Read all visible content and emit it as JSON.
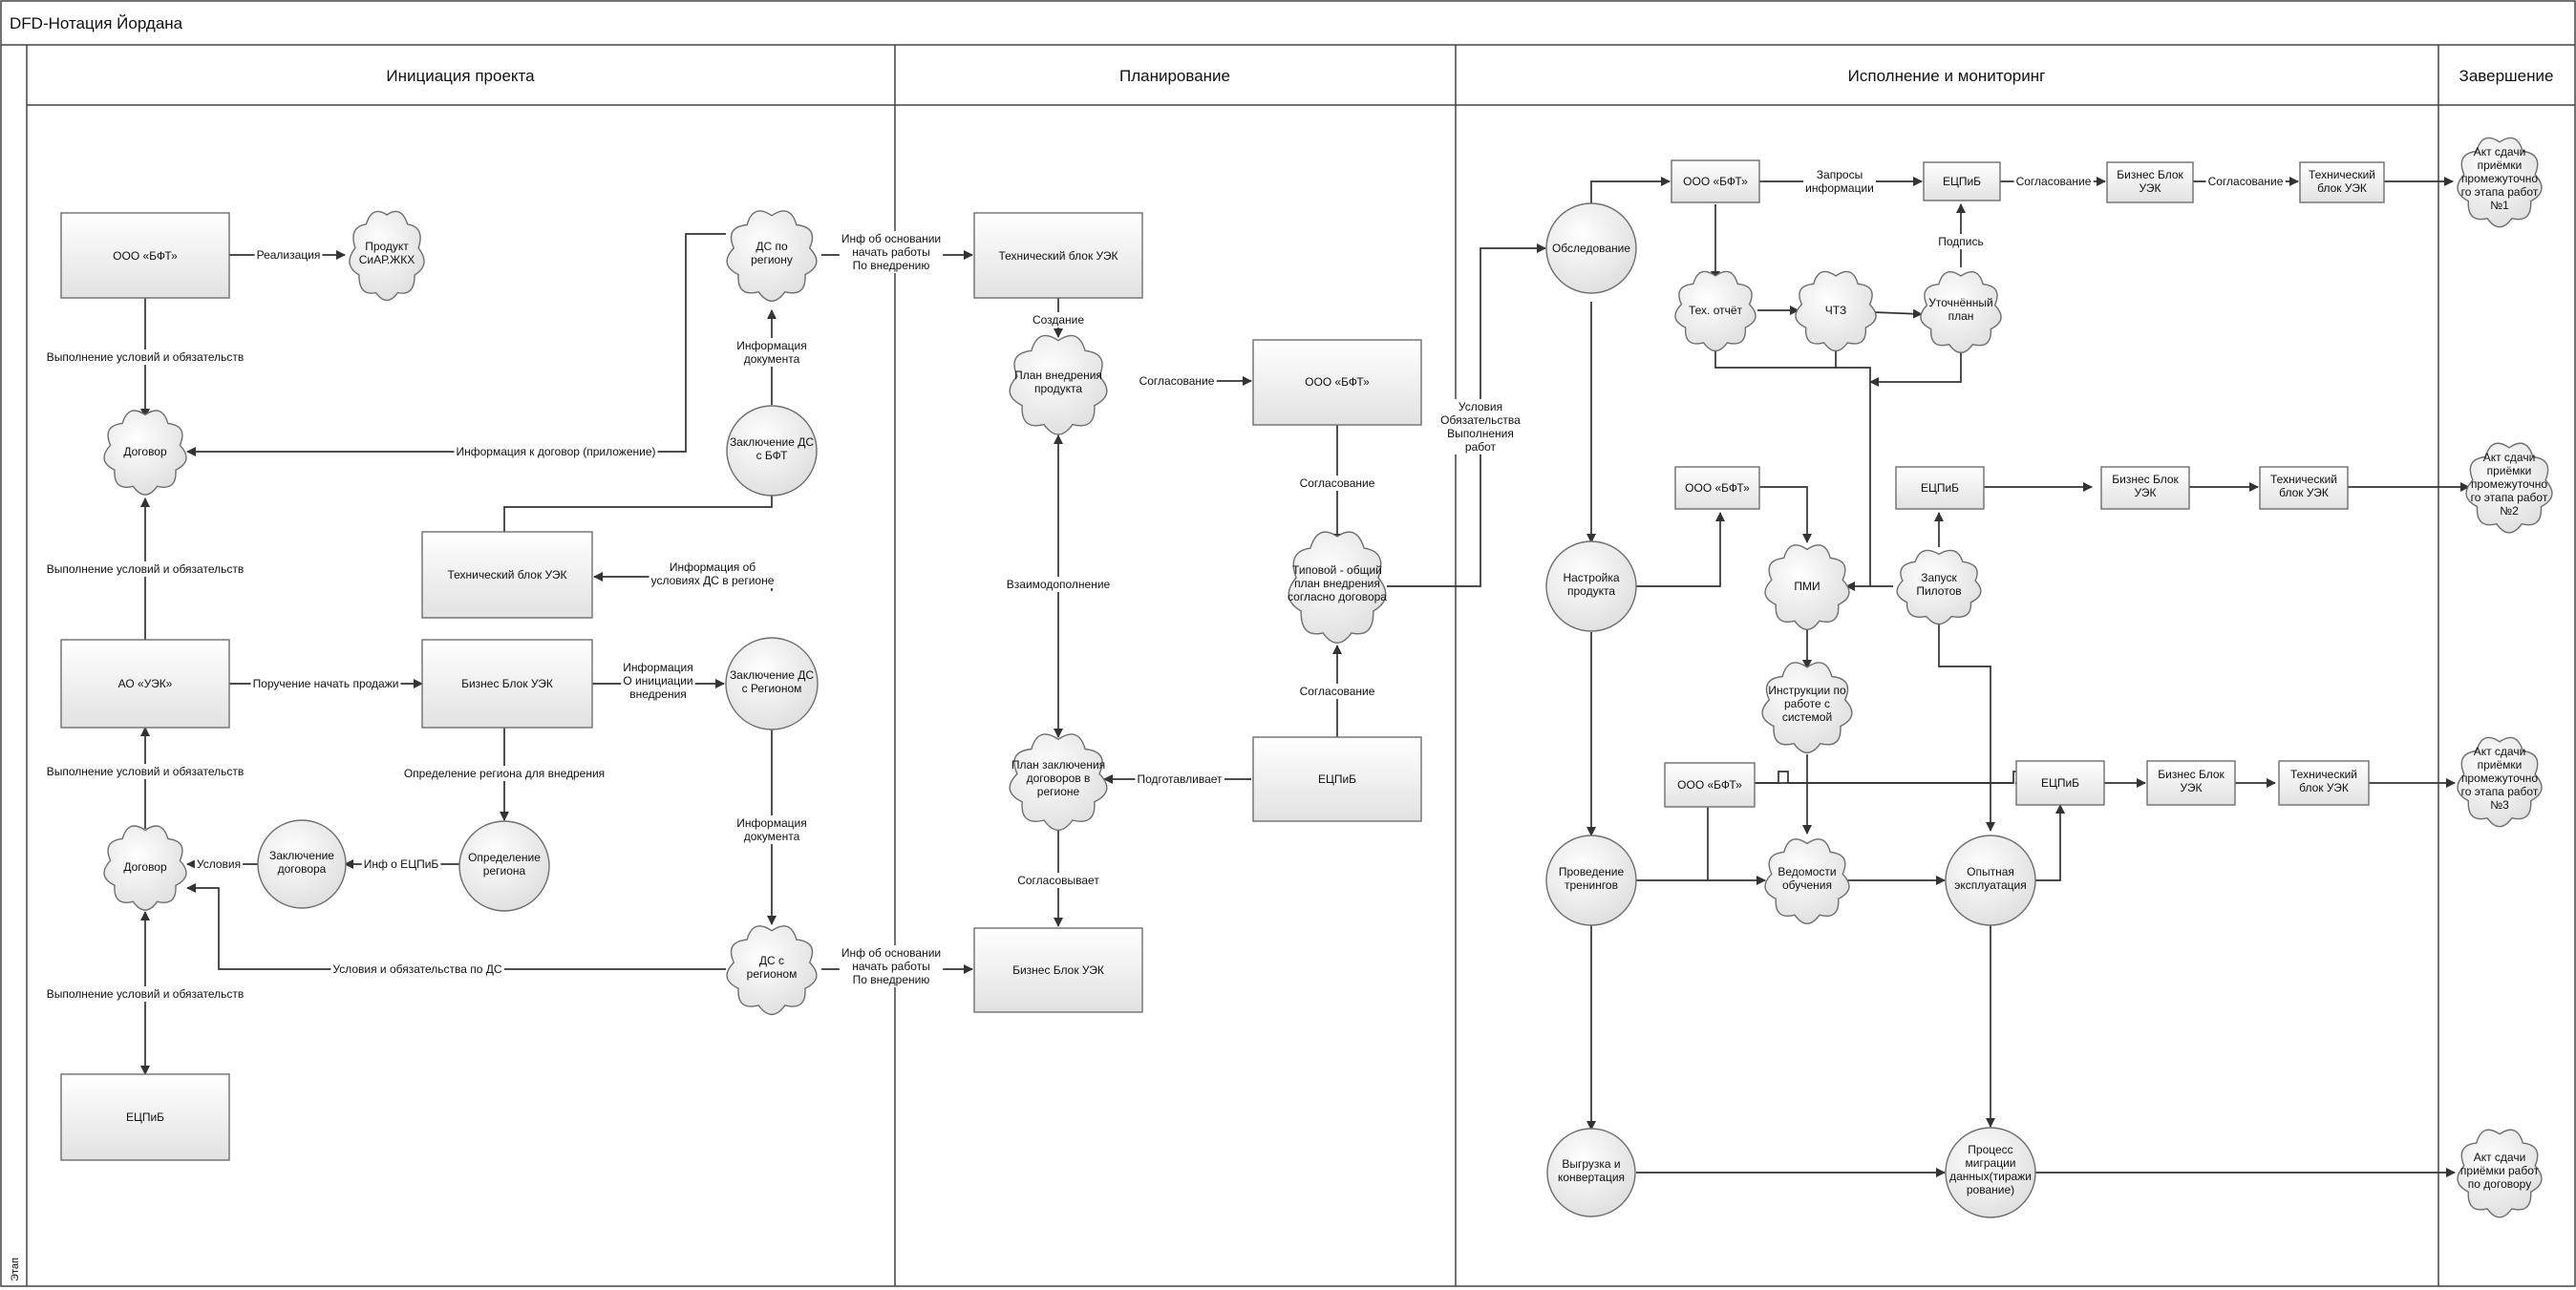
{
  "title": "DFD-Нотация Йордана",
  "side_label": "Этап",
  "lanes": [
    "Инициация проекта",
    "Планирование",
    "Исполнение и мониторинг",
    "Завершение"
  ],
  "nodes": {
    "bft1": "ООО «БФТ»",
    "product": "Продукт\nСиАР.ЖКХ",
    "dogovor1": "Договор",
    "auek": "АО «УЭК»",
    "biz1": "Бизнес Блок УЭК",
    "tech1": "Технический блок УЭК",
    "dogovor2": "Договор",
    "zakl_dog": "Заключение\nдоговора",
    "opred": "Определение\nрегиона",
    "ecplib1": "ЕЦПиБ",
    "ds_region_top": "ДС по\nрегиону",
    "zakl_ds_bft": "Заключение ДС\nс БФТ",
    "zakl_ds_reg": "Заключение ДС\nс Регионом",
    "ds_region_bot": "ДС с\nрегионом",
    "tech2": "Технический блок УЭК",
    "plan_vn": "План внедрения\nпродукта",
    "bft2": "ООО «БФТ»",
    "tipovoy": "Типовой - общий\nплан внедрения\nсогласно договора",
    "plan_zakl": "План заключения\nдоговоров в\nрегионе",
    "ecplib2": "ЕЦПиБ",
    "biz2": "Бизнес Блок УЭК",
    "obsled": "Обследование",
    "bft3": "ООО «БФТ»",
    "ecplib3": "ЕЦПиБ",
    "biz3": "Бизнес Блок\nУЭК",
    "tech3": "Технический\nблок УЭК",
    "tehotchet": "Тех. отчёт",
    "chtz": "ЧТЗ",
    "utoch": "Уточнённый\nплан",
    "bft4": "ООО «БФТ»",
    "ecplib4": "ЕЦПиБ",
    "biz4": "Бизнес Блок\nУЭК",
    "tech4": "Технический\nблок УЭК",
    "nastr": "Настройка\nпродукта",
    "pmi": "ПМИ",
    "zapusk": "Запуск\nПилотов",
    "instr": "Инструкции по\nработе с\nсистемой",
    "bft5": "ООО «БФТ»",
    "ecplib5": "ЕЦПиБ",
    "biz5": "Бизнес Блок\nУЭК",
    "tech5": "Технический\nблок УЭК",
    "trening": "Проведение\nтренингов",
    "vedom": "Ведомости\nобучения",
    "opyt": "Опытная\nэксплуатация",
    "vygr": "Выгрузка и\nконвертация",
    "migr": "Процесс\nмиграции\nданных(тиражи\nрование)",
    "akt1": "Акт сдачи\nприёмки\nпромежуточно\nго этапа работ\n№1",
    "akt2": "Акт сдачи\nприёмки\nпромежуточно\nго этапа работ\n№2",
    "akt3": "Акт сдачи\nприёмки\nпромежуточно\nго этапа работ\n№3",
    "akt4": "Акт сдачи\nприёмки работ\nпо договору"
  },
  "edges": {
    "realizaciya": "Реализация",
    "vypoln1": "Выполнение условий и обязательств",
    "vypoln2": "Выполнение условий и обязательств",
    "vypoln3": "Выполнение условий и обязательств",
    "vypoln4": "Выполнение условий и обязательств",
    "poruchenie": "Поручение начать продажи",
    "info_k_dog": "Информация к договор (приложение)",
    "info_ob_usl": "Информация об\nусловиях ДС в регионе",
    "info_o_init": "Информация\nО инициации\nвнедрения",
    "info_doc1": "Информация\nдокумента",
    "info_doc2": "Информация\nдокумента",
    "opred_reg": "Определение региона для внедрения",
    "info_ecplib": "Инф о ЕЦПиБ",
    "usloviya": "Условия",
    "usl_obyaz_ds": "Условия и обязательства по ДС",
    "inf_osn1": "Инф об основании\nначать работы\nПо внедрению",
    "inf_osn2": "Инф об основании\nначать работы\nПо внедрению",
    "sozdanie": "Создание",
    "soglasovanie1": "Согласование",
    "soglasovanie2": "Согласование",
    "soglasovanie3": "Согласование",
    "vzaimodop": "Взаимодополнение",
    "podgotavl": "Подготавливает",
    "soglasovyvaet": "Согласовывает",
    "usl_obyaz_vyp": "Условия\nОбязательства\nВыполнения\nработ",
    "zaprosy": "Запросы\nинформации",
    "soglas_a": "Согласование",
    "soglas_b": "Согласование",
    "podpis": "Подпись"
  }
}
